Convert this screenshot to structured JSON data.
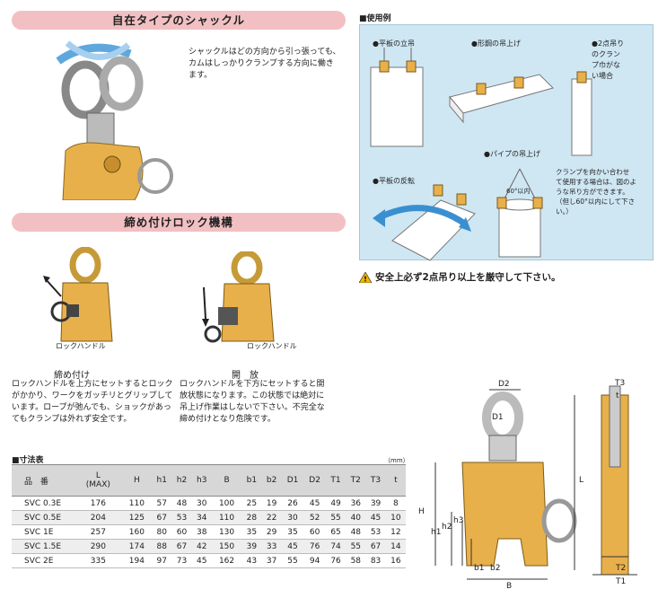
{
  "section1": {
    "title": "自在タイプのシャックル",
    "text": [
      "シャックルはどの方向から引っ張っても、",
      "カムはしっかりクランプする方向に働き",
      "ます。"
    ]
  },
  "section2": {
    "title": "締め付けロック機構",
    "handle_label": "ロックハンドル",
    "left": {
      "heading": "締め付け",
      "text": [
        "ロックハンドルを上方にセットするとロック",
        "がかかり、ワークをガッチリとグリップして",
        "います。ロープが弛んでも、ショックがあっ",
        "てもクランプは外れず安全です。"
      ]
    },
    "right": {
      "heading": "開　放",
      "text": [
        "ロックハンドルを下方にセットすると開",
        "放状態になります。この状態では絶対に",
        "吊上げ作業はしないで下さい。不完全な",
        "締め付けとなり危険です。"
      ]
    }
  },
  "usage": {
    "title": "■使用例",
    "items": {
      "flat_plate": "●平板の立吊",
      "shaped_steel": "●形鋼の吊上げ",
      "two_point": [
        "●2点吊り",
        "のクラン",
        "プ巾がな",
        "い場合"
      ],
      "flip": "●平板の反転",
      "pipe": "●パイプの吊上げ",
      "angle": "60°以内",
      "note": [
        "クランプを向かい合わせ",
        "て使用する場合は、図のよ",
        "うな吊り方ができます。",
        "（但し60°以内にして下さ",
        "い。）"
      ]
    },
    "warning": "安全上必ず2点吊り以上を厳守して下さい。"
  },
  "dims": {
    "title": "■寸法表",
    "unit": "（mm）",
    "headers": [
      "品　番",
      "L\n(MAX)",
      "H",
      "h1",
      "h2",
      "h3",
      "B",
      "b1",
      "b2",
      "D1",
      "D2",
      "T1",
      "T2",
      "T3",
      "t"
    ],
    "rows": [
      [
        "SVC 0.3E",
        "176",
        "110",
        "57",
        "48",
        "30",
        "100",
        "25",
        "19",
        "26",
        "45",
        "49",
        "36",
        "39",
        "8"
      ],
      [
        "SVC 0.5E",
        "204",
        "125",
        "67",
        "53",
        "34",
        "110",
        "28",
        "22",
        "30",
        "52",
        "55",
        "40",
        "45",
        "10"
      ],
      [
        "SVC 1E",
        "257",
        "160",
        "80",
        "60",
        "38",
        "130",
        "35",
        "29",
        "35",
        "60",
        "65",
        "48",
        "53",
        "12"
      ],
      [
        "SVC 1.5E",
        "290",
        "174",
        "88",
        "67",
        "42",
        "150",
        "39",
        "33",
        "45",
        "76",
        "74",
        "55",
        "67",
        "14"
      ],
      [
        "SVC 2E",
        "335",
        "194",
        "97",
        "73",
        "45",
        "162",
        "43",
        "37",
        "55",
        "94",
        "76",
        "58",
        "83",
        "16"
      ]
    ]
  },
  "diagram_labels": {
    "D2": "D2",
    "D1": "D1",
    "L": "L",
    "H": "H",
    "h1": "h1",
    "h2": "h2",
    "h3": "h3",
    "b1": "b1",
    "b2": "b2",
    "B": "B",
    "T1": "T1",
    "T2": "T2",
    "T3": "T3",
    "t": "t"
  },
  "colors": {
    "clamp": "#e8b04a",
    "pill": "#f2c0c3",
    "usage_bg": "#cfe7f3",
    "arrow": "#3a8fd0"
  }
}
